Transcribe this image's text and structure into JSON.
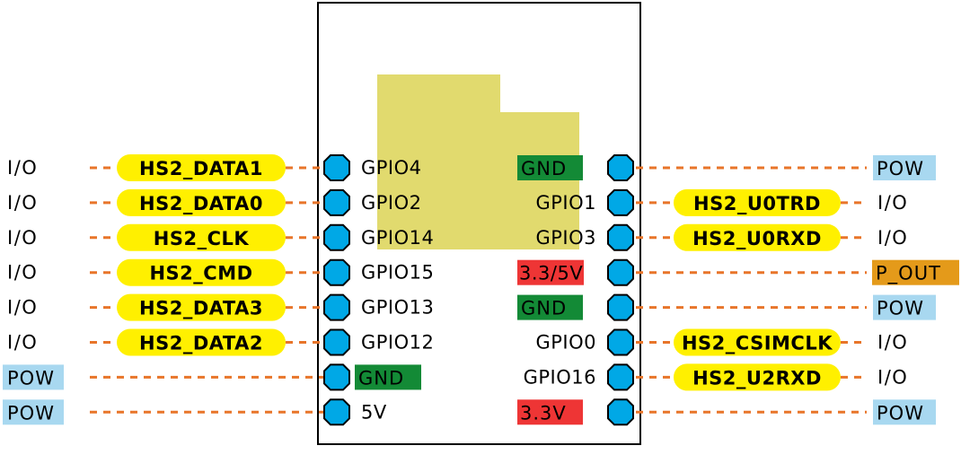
{
  "colors": {
    "board_outline": "#000000",
    "chip_area": "#e1da6e",
    "pin_fill": "#00a8e6",
    "pin_stroke": "#000000",
    "wire": "#e8752a",
    "function_pill": "#fff000",
    "pow_badge": "#a8d8f0",
    "pout_badge": "#e49a1a",
    "gnd_badge": "#138a36",
    "power_badge": "#ee3535"
  },
  "left_pins": [
    {
      "pin": "GPIO4",
      "func": "HS2_DATA1",
      "type": "I/O"
    },
    {
      "pin": "GPIO2",
      "func": "HS2_DATA0",
      "type": "I/O"
    },
    {
      "pin": "GPIO14",
      "func": "HS2_CLK",
      "type": "I/O"
    },
    {
      "pin": "GPIO15",
      "func": "HS2_CMD",
      "type": "I/O"
    },
    {
      "pin": "GPIO13",
      "func": "HS2_DATA3",
      "type": "I/O"
    },
    {
      "pin": "GPIO12",
      "func": "HS2_DATA2",
      "type": "I/O"
    },
    {
      "pin": "GND",
      "func": "",
      "type": "POW"
    },
    {
      "pin": "5V",
      "func": "",
      "type": "POW"
    }
  ],
  "right_pins": [
    {
      "pin": "GND",
      "func": "",
      "type": "POW"
    },
    {
      "pin": "GPIO1",
      "func": "HS2_U0TRD",
      "type": "I/O"
    },
    {
      "pin": "GPIO3",
      "func": "HS2_U0RXD",
      "type": "I/O"
    },
    {
      "pin": "3.3/5V",
      "func": "",
      "type": "P_OUT"
    },
    {
      "pin": "GND",
      "func": "",
      "type": "POW"
    },
    {
      "pin": "GPIO0",
      "func": "HS2_CSIMCLK",
      "type": "I/O"
    },
    {
      "pin": "GPIO16",
      "func": "HS2_U2RXD",
      "type": "I/O"
    },
    {
      "pin": "3.3V",
      "func": "",
      "type": "POW"
    }
  ]
}
